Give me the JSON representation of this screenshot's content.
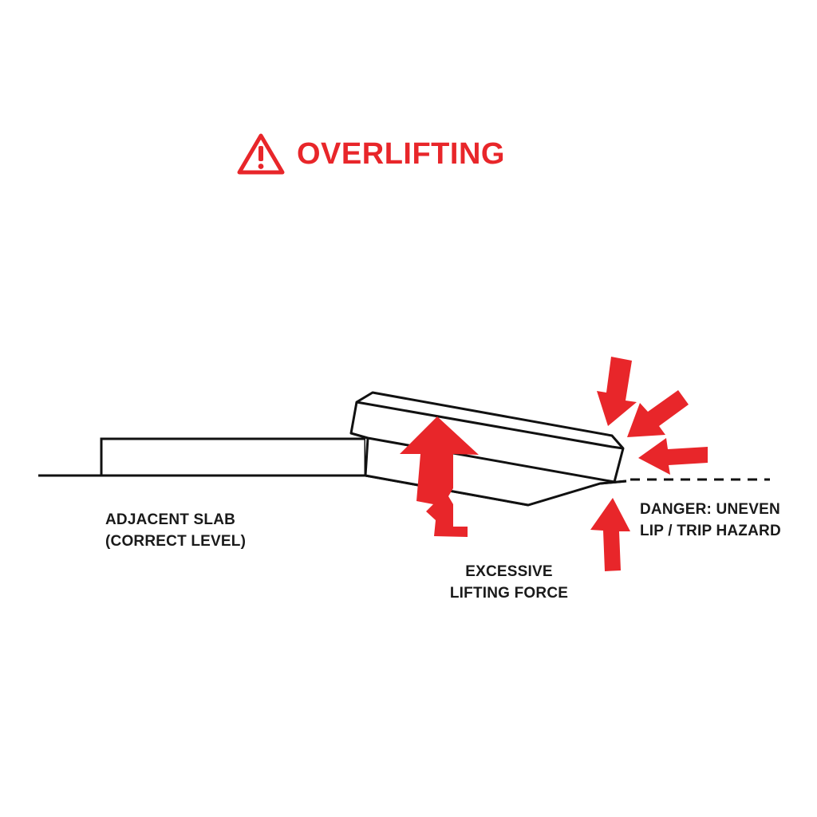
{
  "title": {
    "text": "OVERLIFTING",
    "icon": "warning-triangle-icon"
  },
  "labels": {
    "adjacent_slab": {
      "line1": "ADJACENT SLAB",
      "line2": "(CORRECT LEVEL)"
    },
    "lifting_force": {
      "line1": "EXCESSIVE",
      "line2": "LIFTING FORCE"
    },
    "danger": {
      "line1": "DANGER: UNEVEN",
      "line2": "LIP / TRIP HAZARD"
    }
  },
  "icons": {
    "lift_arrow": "up-arrow-icon",
    "hazard_arrows": "inward-arrow-icon"
  },
  "colors": {
    "accent": "#e8262a",
    "line": "#111111",
    "text": "#1a1a1a",
    "background": "#ffffff"
  }
}
